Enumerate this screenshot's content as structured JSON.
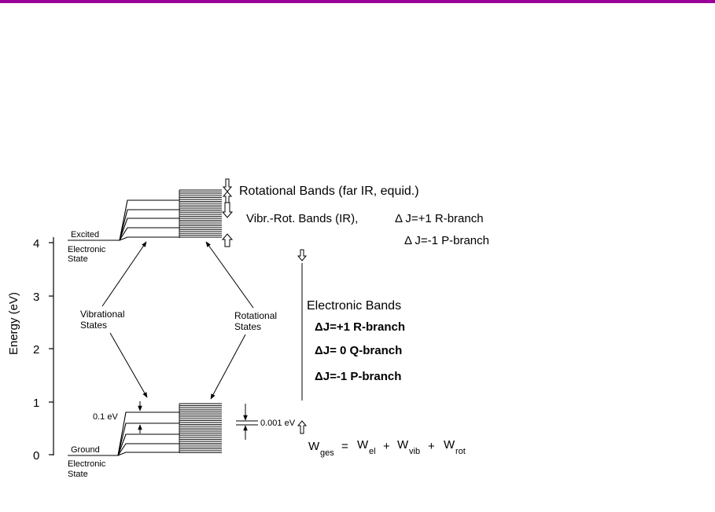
{
  "colors": {
    "top_bar": "#990099",
    "ink": "#000000"
  },
  "axis": {
    "label": "Energy (eV)",
    "ticks": [
      "0",
      "1",
      "2",
      "3",
      "4"
    ]
  },
  "states": {
    "excited_1": "Excited",
    "excited_2": "Electronic",
    "excited_3": "State",
    "ground_1": "Ground",
    "ground_2": "Electronic",
    "ground_3": "State"
  },
  "labels": {
    "vibrational_1": "Vibrational",
    "vibrational_2": "States",
    "rotational_1": "Rotational",
    "rotational_2": "States",
    "vib_spacing": "0.1 eV",
    "rot_spacing": "0.001 eV"
  },
  "bands": {
    "rotational": "Rotational Bands (far IR, equid.)",
    "vibr_rot": "Vibr.-Rot.  Bands (IR),",
    "delta_r": "Δ J=+1 R-branch",
    "delta_p": "Δ J=-1  P-branch",
    "electronic_title": "Electronic Bands",
    "e_r": "ΔJ=+1  R-branch",
    "e_q": "ΔJ= 0  Q-branch",
    "e_p": "ΔJ=-1   P-branch"
  },
  "formula": {
    "W": "W",
    "ges": "ges",
    "eq": "=",
    "el": "el",
    "plus1": "+",
    "vib": "vib",
    "plus2": "+",
    "rot": "rot"
  }
}
